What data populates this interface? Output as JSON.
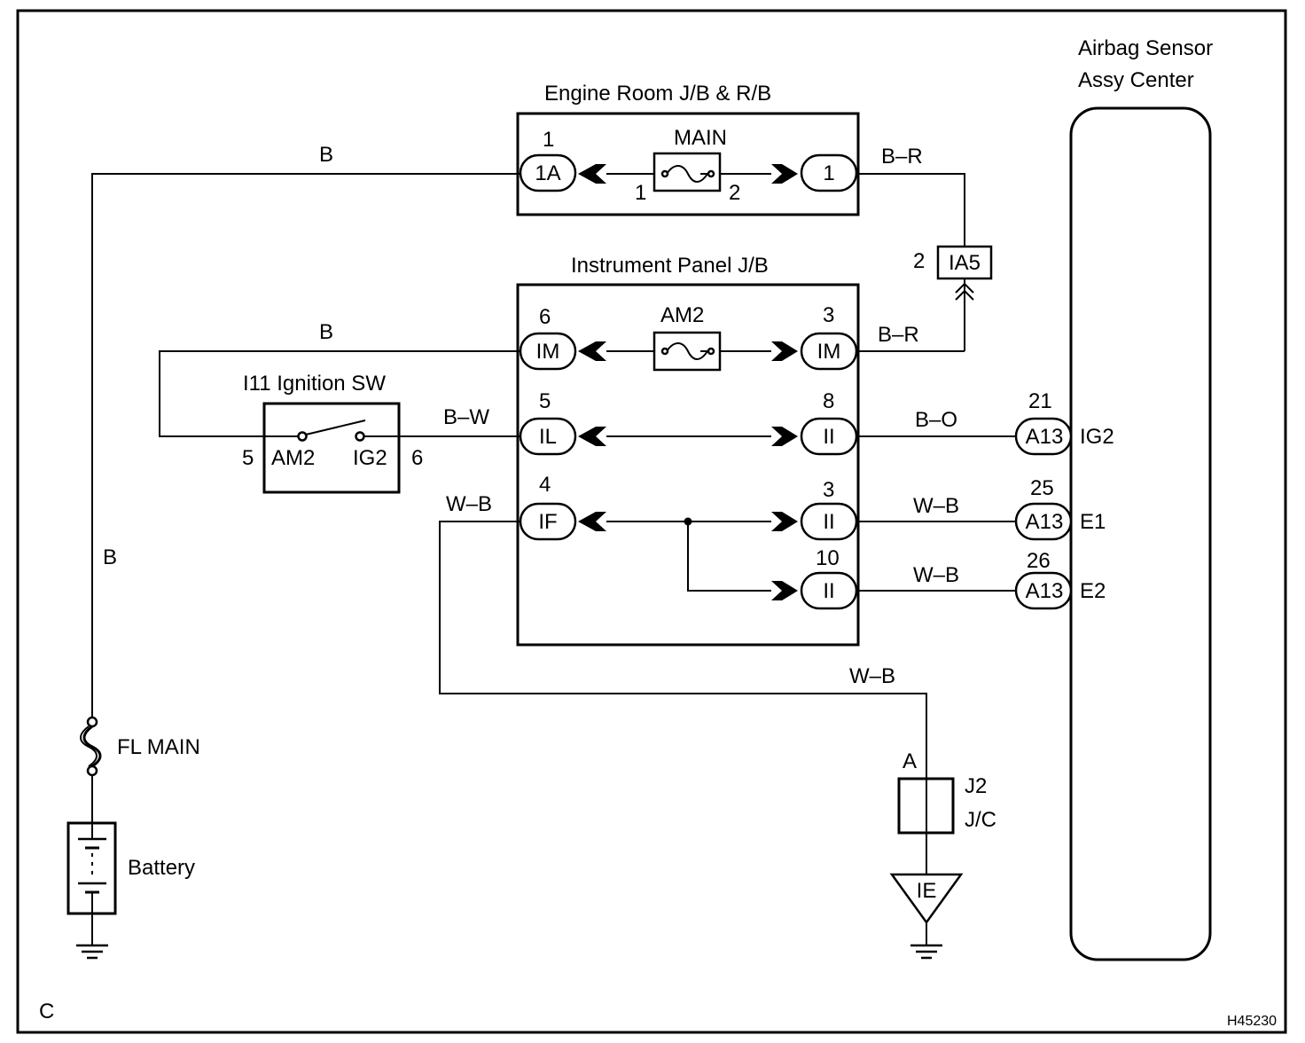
{
  "figure_code": "H45230",
  "page_letter": "C",
  "engine_room_jb": {
    "title": "Engine Room J/B & R/B",
    "fuse_name": "MAIN",
    "left_pin": "1",
    "left_conn": "1A",
    "right_conn": "1",
    "fuse_pin_left": "1",
    "fuse_pin_right": "2"
  },
  "instrument_panel_jb": {
    "title": "Instrument Panel J/B",
    "fuse_name": "AM2",
    "conn_im_left_pin": "6",
    "conn_im_left": "IM",
    "conn_im_right_pin": "3",
    "conn_im_right": "IM",
    "conn_il_pin": "5",
    "conn_il": "IL",
    "conn_ii_8_pin": "8",
    "conn_ii_8": "II",
    "conn_if_pin": "4",
    "conn_if": "IF",
    "conn_ii_3_pin": "3",
    "conn_ii_3": "II",
    "conn_ii_10_pin": "10",
    "conn_ii_10": "II"
  },
  "ignition_switch": {
    "title": "I11 Ignition SW",
    "left_terminal": "AM2",
    "right_terminal": "IG2",
    "left_pin": "5",
    "right_pin": "6"
  },
  "ia5": {
    "label": "IA5",
    "pin": "2"
  },
  "airbag_sensor": {
    "title_line1": "Airbag Sensor",
    "title_line2": "Assy Center",
    "ig2_pin": "21",
    "ig2_conn": "A13",
    "ig2_name": "IG2",
    "e1_pin": "25",
    "e1_conn": "A13",
    "e1_name": "E1",
    "e2_pin": "26",
    "e2_conn": "A13",
    "e2_name": "E2"
  },
  "wires": {
    "top_b": "B",
    "mid_b": "B",
    "left_b": "B",
    "er_br": "B–R",
    "ip_br": "B–R",
    "bw": "B–W",
    "bo": "B–O",
    "wb_if": "W–B",
    "wb_e1": "W–B",
    "wb_e2": "W–B",
    "wb_ground": "W–B"
  },
  "fl_main": {
    "label": "FL MAIN"
  },
  "battery": {
    "label": "Battery"
  },
  "junction": {
    "pin": "A",
    "line1": "J2",
    "line2": "J/C"
  },
  "ground_point": {
    "label": "IE"
  }
}
